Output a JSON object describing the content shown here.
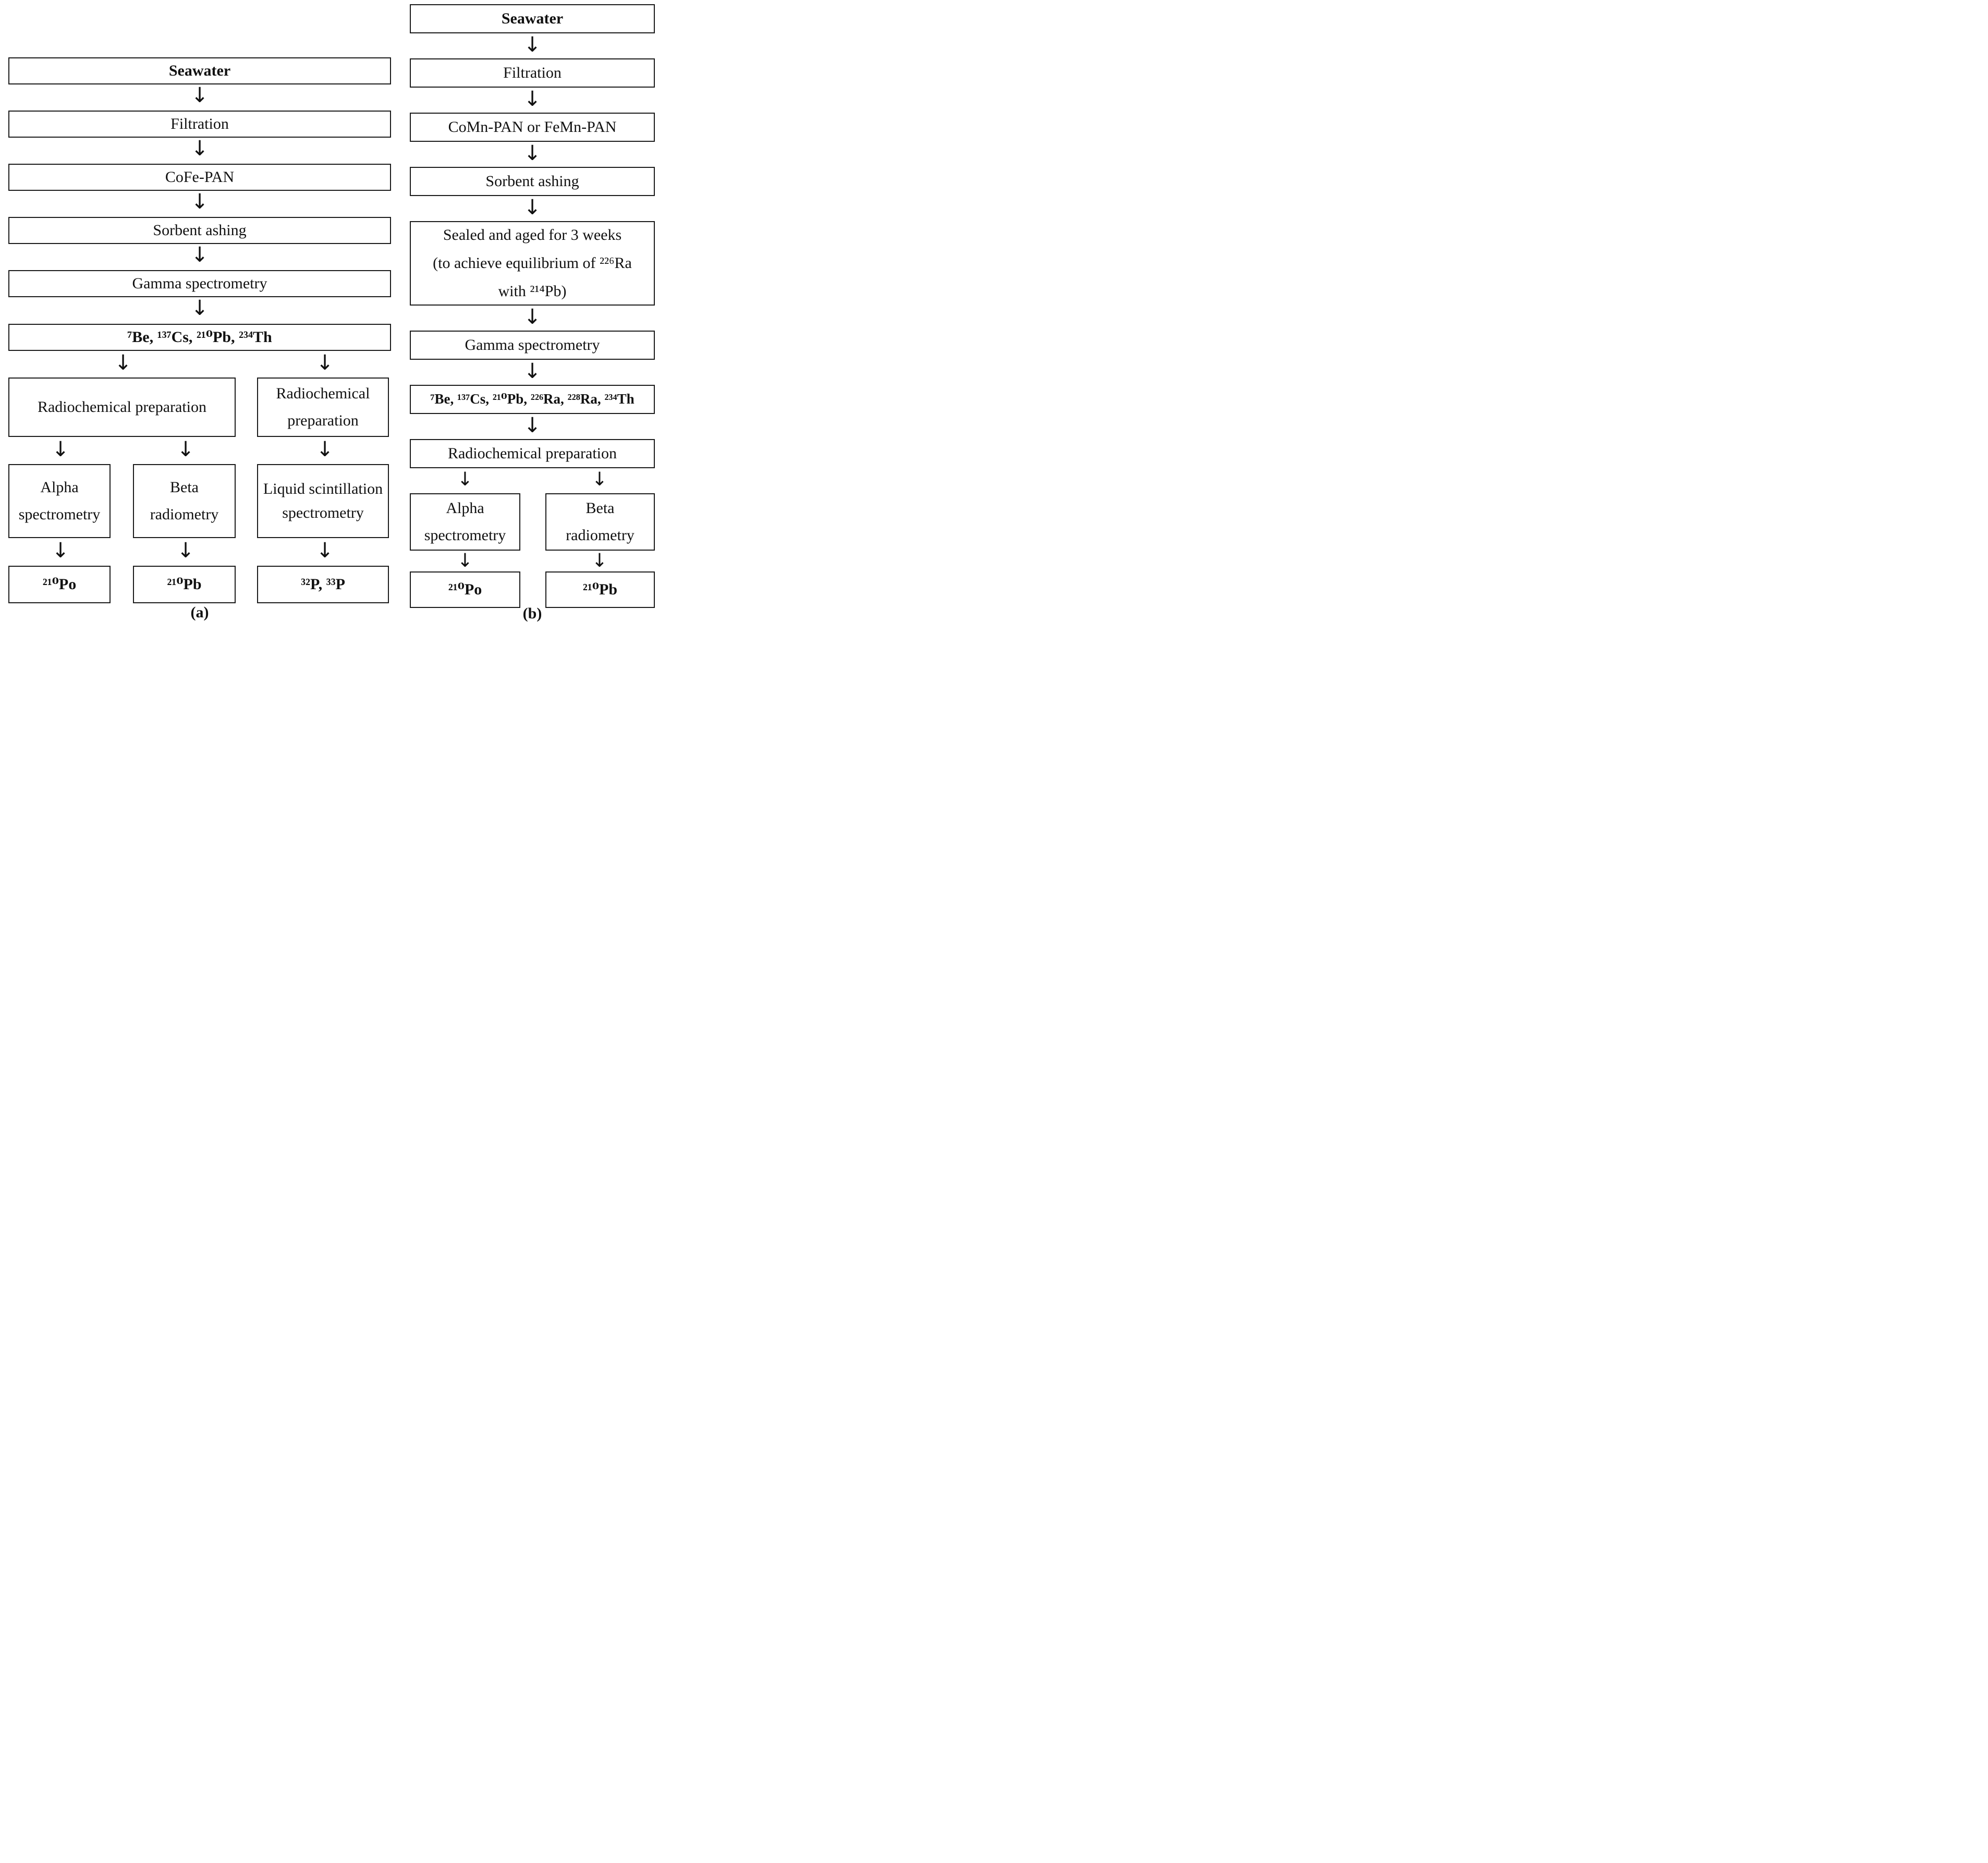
{
  "figure": {
    "caption_a": "(a)",
    "caption_b": "(b)"
  },
  "icons": {
    "arrow_down": "↓"
  },
  "colors": {
    "ink": "#111111",
    "box_border": "#1c1c1c",
    "background": "#ffffff"
  },
  "flow_a": {
    "seawater": "Seawater",
    "filtration": "Filtration",
    "sorbent": "CoFe-PAN",
    "ashing": "Sorbent ashing",
    "gamma": "Gamma spectrometry",
    "isotopes": "⁷Be, ¹³⁷Cs, ²¹⁰Pb, ²³⁴Th",
    "radiochemical_left": "Radiochemical preparation",
    "radiochemical_right": "Radiochemical preparation",
    "alpha": "Alpha spectrometry",
    "beta": "Beta radiometry",
    "liquid_scintillation": "Liquid scintillation spectrometry",
    "result_alpha": "²¹⁰Po",
    "result_beta": "²¹⁰Pb",
    "result_lsc": "³²P, ³³P"
  },
  "flow_b": {
    "seawater": "Seawater",
    "filtration": "Filtration",
    "sorbent": "CoMn-PAN or FeMn-PAN",
    "ashing": "Sorbent ashing",
    "sealed_lines": [
      "Sealed and aged for 3 weeks",
      "(to achieve equilibrium of ²²⁶Ra",
      "with ²¹⁴Pb)"
    ],
    "gamma": "Gamma spectrometry",
    "isotopes": "⁷Be, ¹³⁷Cs, ²¹⁰Pb, ²²⁶Ra, ²²⁸Ra, ²³⁴Th",
    "radiochemical": "Radiochemical preparation",
    "alpha": "Alpha spectrometry",
    "beta": "Beta radiometry",
    "result_alpha": "²¹⁰Po",
    "result_beta": "²¹⁰Pb"
  }
}
